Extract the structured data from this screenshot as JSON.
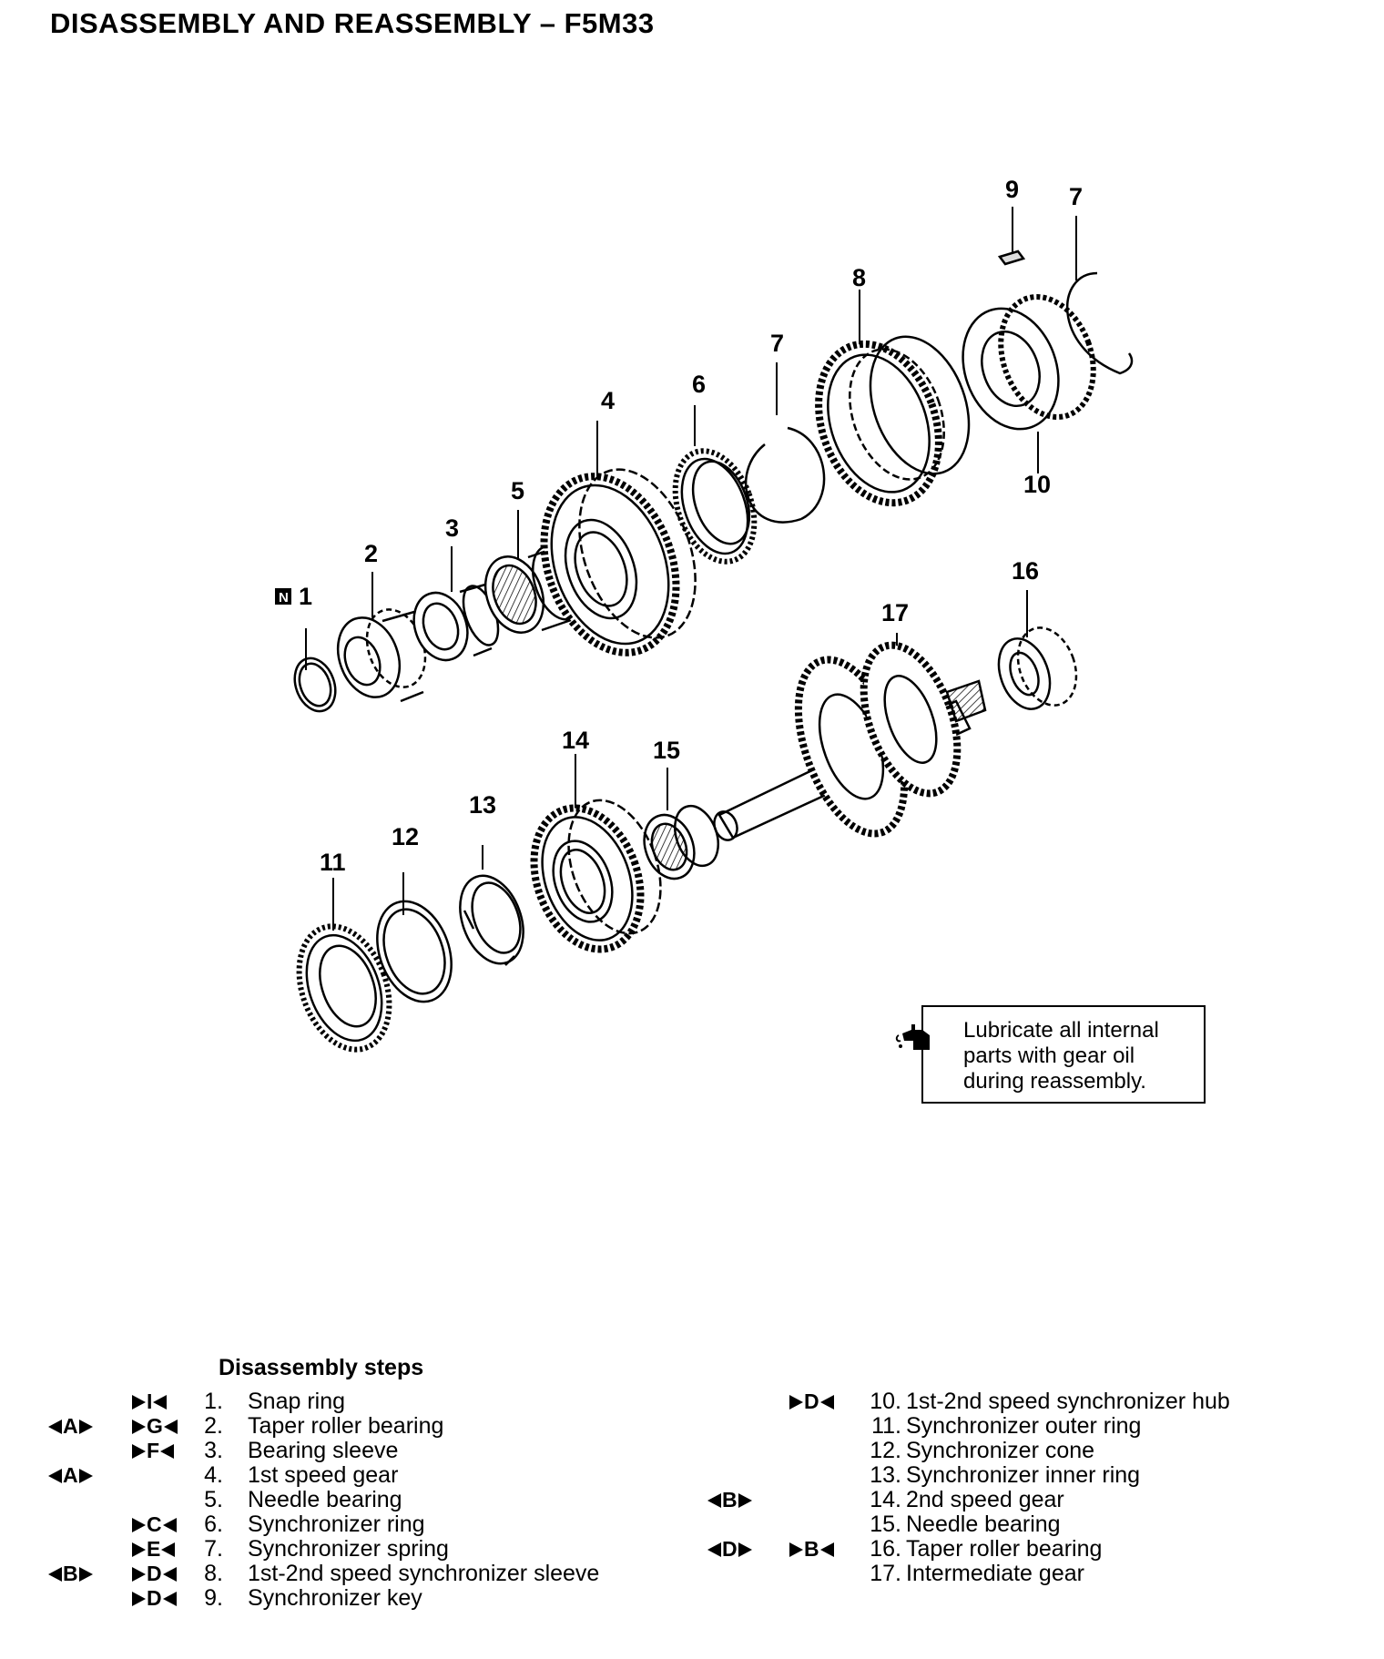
{
  "title": "DISASSEMBLY AND REASSEMBLY – F5M33",
  "diagram": {
    "callouts": [
      {
        "n": "1",
        "badge": "N"
      },
      {
        "n": "2"
      },
      {
        "n": "3"
      },
      {
        "n": "4"
      },
      {
        "n": "5"
      },
      {
        "n": "6"
      },
      {
        "n": "7"
      },
      {
        "n": "7"
      },
      {
        "n": "8"
      },
      {
        "n": "9"
      },
      {
        "n": "10"
      },
      {
        "n": "11"
      },
      {
        "n": "12"
      },
      {
        "n": "13"
      },
      {
        "n": "14"
      },
      {
        "n": "15"
      },
      {
        "n": "16"
      },
      {
        "n": "17"
      }
    ],
    "note": "Lubricate all internal parts with gear oil during reassembly.",
    "note_icon": "oil-can-icon"
  },
  "steps": {
    "heading": "Disassembly steps",
    "left": [
      {
        "num": "1.",
        "label": "Snap ring",
        "mark1": "",
        "mark2": "I"
      },
      {
        "num": "2.",
        "label": "Taper roller bearing",
        "mark1": "A",
        "mark2": "G"
      },
      {
        "num": "3.",
        "label": "Bearing sleeve",
        "mark1": "",
        "mark2": "F"
      },
      {
        "num": "4.",
        "label": "1st speed gear",
        "mark1": "A",
        "mark2": ""
      },
      {
        "num": "5.",
        "label": "Needle bearing",
        "mark1": "",
        "mark2": ""
      },
      {
        "num": "6.",
        "label": "Synchronizer ring",
        "mark1": "",
        "mark2": "C"
      },
      {
        "num": "7.",
        "label": "Synchronizer spring",
        "mark1": "",
        "mark2": "E"
      },
      {
        "num": "8.",
        "label": "1st-2nd speed synchronizer sleeve",
        "mark1": "B",
        "mark2": "D"
      },
      {
        "num": "9.",
        "label": "Synchronizer key",
        "mark1": "",
        "mark2": "D"
      }
    ],
    "right": [
      {
        "num": "10.",
        "label": "1st-2nd speed synchronizer hub",
        "mark1": "",
        "mark2": "D"
      },
      {
        "num": "11.",
        "label": "Synchronizer outer ring",
        "mark1": "",
        "mark2": ""
      },
      {
        "num": "12.",
        "label": "Synchronizer cone",
        "mark1": "",
        "mark2": ""
      },
      {
        "num": "13.",
        "label": "Synchronizer inner ring",
        "mark1": "",
        "mark2": ""
      },
      {
        "num": "14.",
        "label": "2nd speed gear",
        "mark1": "B",
        "mark2": ""
      },
      {
        "num": "15.",
        "label": "Needle bearing",
        "mark1": "",
        "mark2": ""
      },
      {
        "num": "16.",
        "label": "Taper roller bearing",
        "mark1": "D",
        "mark2": "B"
      },
      {
        "num": "17.",
        "label": "Intermediate gear",
        "mark1": "",
        "mark2": ""
      }
    ]
  }
}
